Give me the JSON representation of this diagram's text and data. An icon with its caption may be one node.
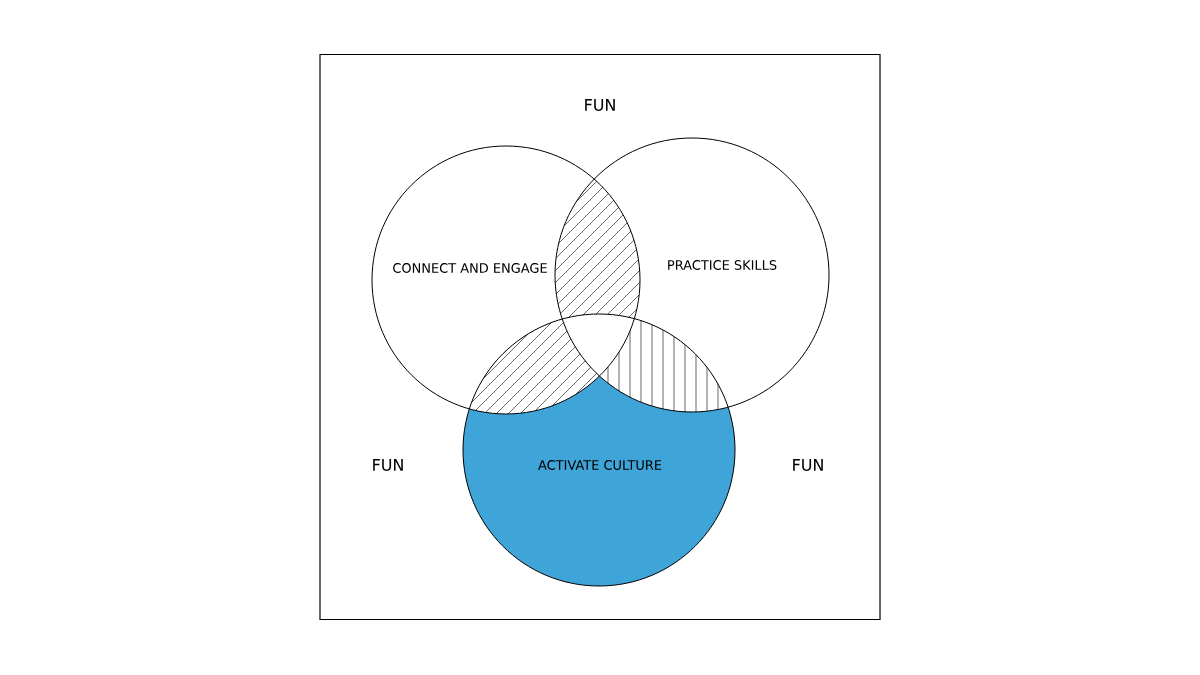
{
  "diagram": {
    "nodes": [
      {
        "text": [
          "FUN",
          "FUN",
          "FUN"
        ]
      },
      {
        "text": [
          "CONNECT AND ENGAGE"
        ],
        "in": 0
      },
      {
        "text": [
          "PRACTICE SKILLS"
        ],
        "in": 0
      },
      {
        "text": [
          "ACTIVATE CULTURE"
        ],
        "in": 0
      }
    ]
  }
}
